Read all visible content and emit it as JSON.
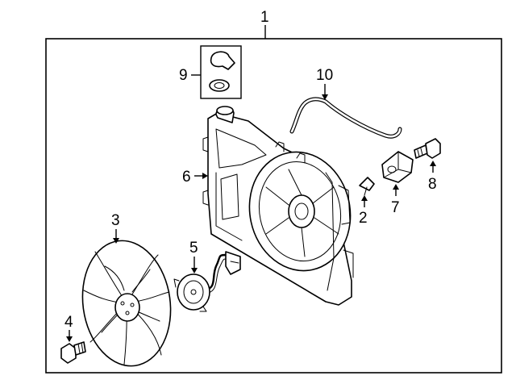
{
  "diagram": {
    "callouts": {
      "c1": "1",
      "c2": "2",
      "c3": "3",
      "c4": "4",
      "c5": "5",
      "c6": "6",
      "c7": "7",
      "c8": "8",
      "c9": "9",
      "c10": "10"
    },
    "parts": {
      "shroud": "fan-shroud-assembly",
      "fan_blade": "fan-blade",
      "motor": "fan-motor",
      "hose": "overflow-hose",
      "resistor": "resistor",
      "bolt_8": "bolt",
      "clip_2": "clip",
      "bolt_4": "bolt",
      "cap_kit": "cap-and-seal-kit"
    }
  }
}
